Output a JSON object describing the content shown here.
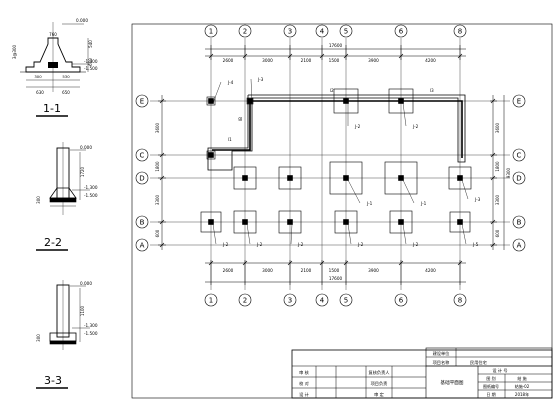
{
  "axes": {
    "top": [
      "1",
      "2",
      "3",
      "4",
      "5",
      "6",
      "8"
    ],
    "bottom": [
      "1",
      "2",
      "3",
      "4",
      "5",
      "6",
      "8"
    ],
    "left": [
      "E",
      "C",
      "D",
      "B",
      "A"
    ],
    "right": [
      "E",
      "C",
      "D",
      "B",
      "A"
    ]
  },
  "dims": {
    "top": [
      "2600",
      "3000",
      "2100",
      "1500",
      "3900",
      "4200"
    ],
    "top_total": "17600",
    "bottom": [
      "2600",
      "3000",
      "2100",
      "1500",
      "3900",
      "4200"
    ],
    "bottom_total": "17600",
    "left": [
      "3600",
      "1800",
      "3300",
      "600"
    ],
    "right": [
      "3600",
      "1800",
      "3300",
      "600"
    ],
    "right_total": "9300"
  },
  "footings": {
    "j1": "J-1",
    "j2": "J-2",
    "j3": "J-3",
    "j4": "J-4",
    "j5": "J-5"
  },
  "beams": {
    "l1": "l1",
    "l2": "l2",
    "l3": "l3",
    "lb": "lB"
  },
  "sections": {
    "s11": "1-1",
    "s22": "2-2",
    "s33": "3-3",
    "s1": {
      "top": "0.000",
      "e1": "-1.300",
      "e2": "-1.500",
      "d1": "540",
      "d2": "660",
      "w": [
        "650",
        "300",
        "530",
        "650"
      ],
      "bw": [
        "630",
        "650"
      ],
      "side": "300",
      "vl": "3@300",
      "top_w": "760"
    },
    "s2": {
      "top": "0.000",
      "e1": "-1.300",
      "e2": "-1.500",
      "h": "1720",
      "w": "300"
    },
    "s3": {
      "top": "0.000",
      "e1": "-1.300",
      "e2": "-1.500",
      "h": "1100",
      "w": "300"
    }
  },
  "titleblock": {
    "r1c1": "建设单位",
    "r1c2": "",
    "r2c1": "项目名称",
    "r2c2": "民用住宅",
    "drawing_title": "基础平面图",
    "left": [
      [
        "审 核",
        "复核负责人"
      ],
      [
        "校 对",
        "项目负责"
      ],
      [
        "设 计",
        "审 定"
      ]
    ],
    "right_hdr": [
      "设 计 号",
      ""
    ],
    "right": [
      [
        "图 别",
        "结 施"
      ],
      [
        "图纸编号",
        "结施-02"
      ],
      [
        "日 期",
        "2018年"
      ]
    ]
  }
}
